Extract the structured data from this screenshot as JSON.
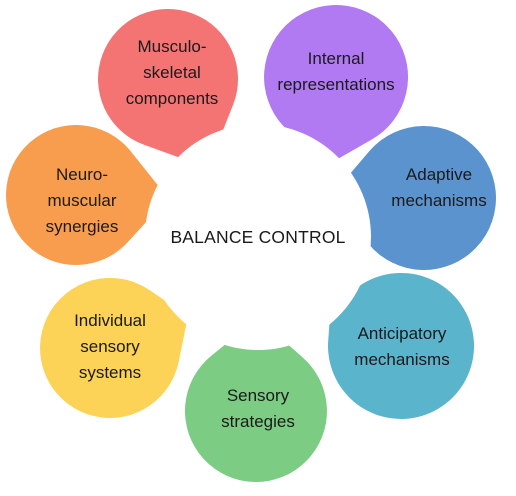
{
  "center": {
    "label": "BALANCE CONTROL"
  },
  "petals": [
    {
      "id": "musculoskeletal",
      "lines": [
        "Musculo-",
        "skeletal",
        "components"
      ],
      "color": "#f47474"
    },
    {
      "id": "internal-representations",
      "lines": [
        "Internal",
        "representations"
      ],
      "color": "#b17af2"
    },
    {
      "id": "adaptive-mechanisms",
      "lines": [
        "Adaptive",
        "mechanisms"
      ],
      "color": "#5b93cf"
    },
    {
      "id": "anticipatory-mechanisms",
      "lines": [
        "Anticipatory",
        "mechanisms"
      ],
      "color": "#5ab4cc"
    },
    {
      "id": "sensory-strategies",
      "lines": [
        "Sensory",
        "strategies"
      ],
      "color": "#7ccc84"
    },
    {
      "id": "individual-sensory-systems",
      "lines": [
        "Individual",
        "sensory",
        "systems"
      ],
      "color": "#fcd257"
    },
    {
      "id": "neuromuscular-synergies",
      "lines": [
        "Neuro-",
        "muscular",
        "synergies"
      ],
      "color": "#f89d4e"
    }
  ]
}
